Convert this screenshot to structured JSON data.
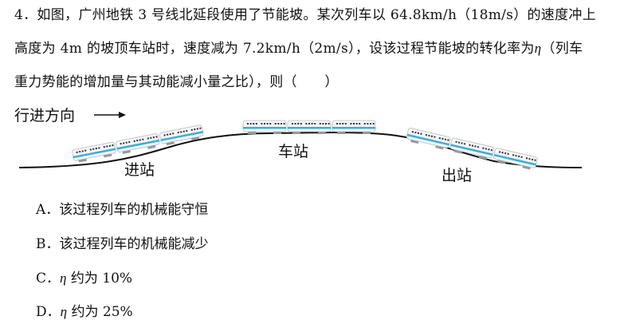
{
  "question": {
    "line1": "4．如图，广州地铁 3 号线北延段使用了节能坡。某次列车以 64.8km/h（18m/s）的速度冲上",
    "line2a": "高度为 4m 的坡顶车站时，速度减为 7.2km/h（2m/s），设该过程节能坡的转化率为",
    "eta": "η",
    "line2b": "（列车",
    "line3": "重力势能的增加量与其动能减小量之比），则（　　）"
  },
  "figure": {
    "direction_label": "行进方向",
    "enter_label": "进站",
    "station_label": "车站",
    "exit_label": "出站",
    "accent_color": "#3aaed8"
  },
  "options": [
    {
      "letter": "A．",
      "text": "该过程列车的机械能守恒"
    },
    {
      "letter": "B．",
      "text": "该过程列车的机械能减少"
    },
    {
      "letter": "C．",
      "eta": "η",
      "text": " 约为 10%"
    },
    {
      "letter": "D．",
      "eta": "η",
      "text": " 约为 25%"
    }
  ]
}
